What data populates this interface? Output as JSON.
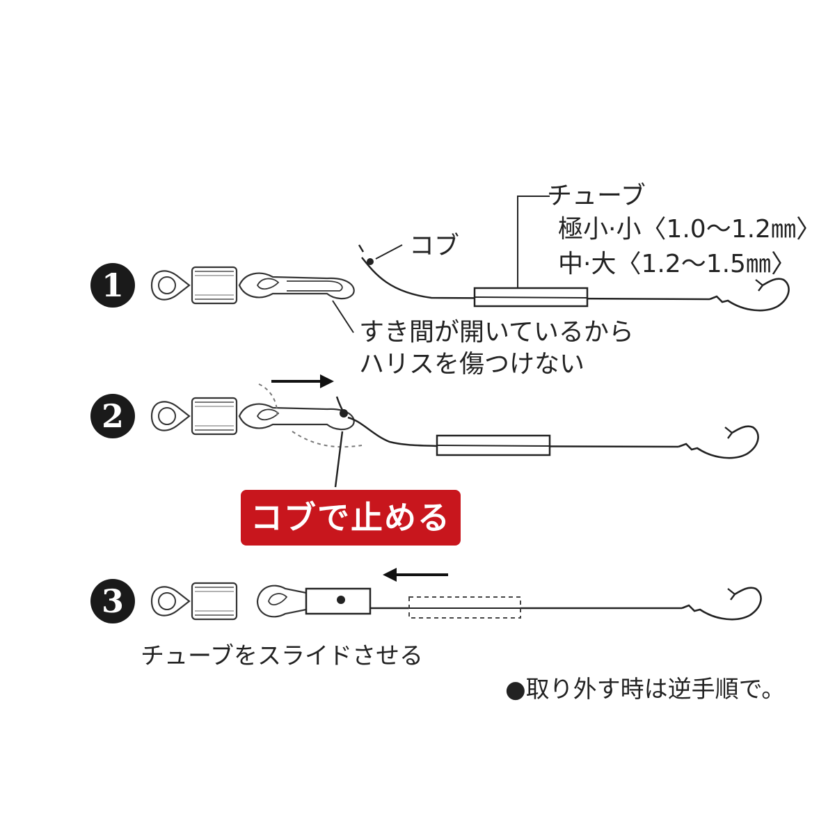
{
  "steps": [
    "1",
    "2",
    "3"
  ],
  "labels": {
    "kobu": "コブ",
    "tube_title": "チューブ",
    "tube_size_small": "極小·小〈1.0〜1.2㎜〉",
    "tube_size_large": "中·大〈1.2〜1.5㎜〉",
    "gap_note_line1": "すき間が開いているから",
    "gap_note_line2": "ハリスを傷つけない",
    "stop_callout": "コブで止める",
    "slide_tube": "チューブをスライドさせる",
    "removal_note": "●取り外す時は逆手順で。"
  },
  "colors": {
    "line": "#222222",
    "callout_bg": "#c8161d",
    "badge_bg": "#1a1a1a"
  }
}
